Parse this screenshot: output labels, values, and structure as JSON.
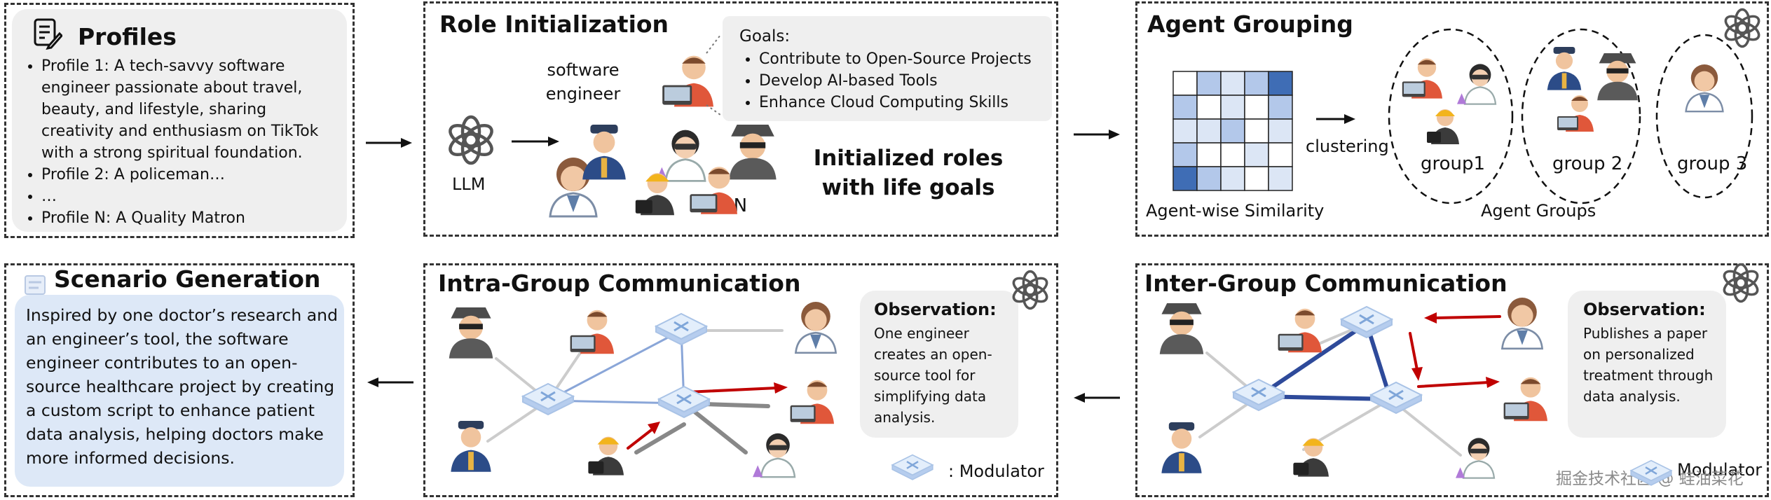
{
  "profiles": {
    "title": "Profiles",
    "items": [
      "Profile 1: A tech-savvy software engineer passionate about travel, beauty, and lifestyle, sharing creativity and enthusiasm on TikTok with a strong spiritual foundation.",
      "Profile 2: A policeman…",
      "…",
      "Profile N: A Quality Matron"
    ]
  },
  "role_init": {
    "title": "Role Initialization",
    "llm_label": "LLM",
    "role_label": "software engineer",
    "goals_title": "Goals:",
    "goals": [
      "Contribute to Open-Source Projects",
      "Develop AI-based Tools",
      "Enhance Cloud Computing Skills"
    ],
    "times_n": "x N",
    "initialized_text": "Initialized roles with life goals"
  },
  "grouping": {
    "title": "Agent Grouping",
    "clustering_label": "clustering",
    "similarity_label": "Agent-wise Similarity",
    "groups_label": "Agent Groups",
    "groups": [
      "group1",
      "group 2",
      "group 3"
    ]
  },
  "scenario": {
    "title": "Scenario Generation",
    "text": "Inspired by one doctor’s research and an engineer’s tool, the software engineer contributes to an open-source healthcare project by creating a custom script to enhance patient data analysis, helping doctors make more informed decisions."
  },
  "intra": {
    "title": "Intra-Group Communication",
    "obs_title": "Observation:",
    "obs_text": "One engineer creates an open-source tool for simplifying data analysis.",
    "modulator_label": ": Modulator"
  },
  "inter": {
    "title": "Inter-Group Communication",
    "obs_title": "Observation:",
    "obs_text": "Publishes a paper on personalized treatment through data analysis.",
    "modulator_label": "Modulator"
  },
  "watermark": "掘金技术社区 @ 蛙油菜花",
  "colors": {
    "arrow_red": "#c00000",
    "edge_blue": "#2e4a9a",
    "heat_dark": "#3f6db5",
    "heat_light": "#dce6f5"
  }
}
